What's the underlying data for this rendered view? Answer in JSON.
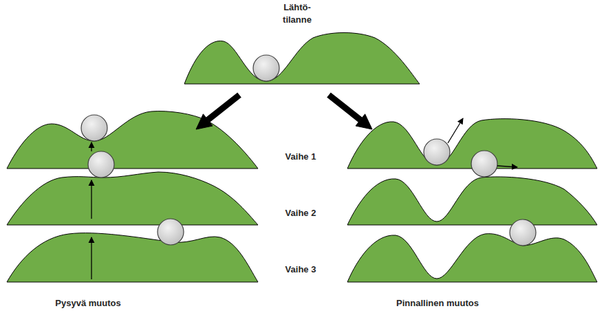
{
  "diagram": {
    "labels": [
      "Lähtö- tilanne",
      "Vaihe 1",
      "Vaihe 2",
      "Vaihe 3",
      "Pysyvä muutos",
      "Pinnallinen muutos"
    ]
  }
}
